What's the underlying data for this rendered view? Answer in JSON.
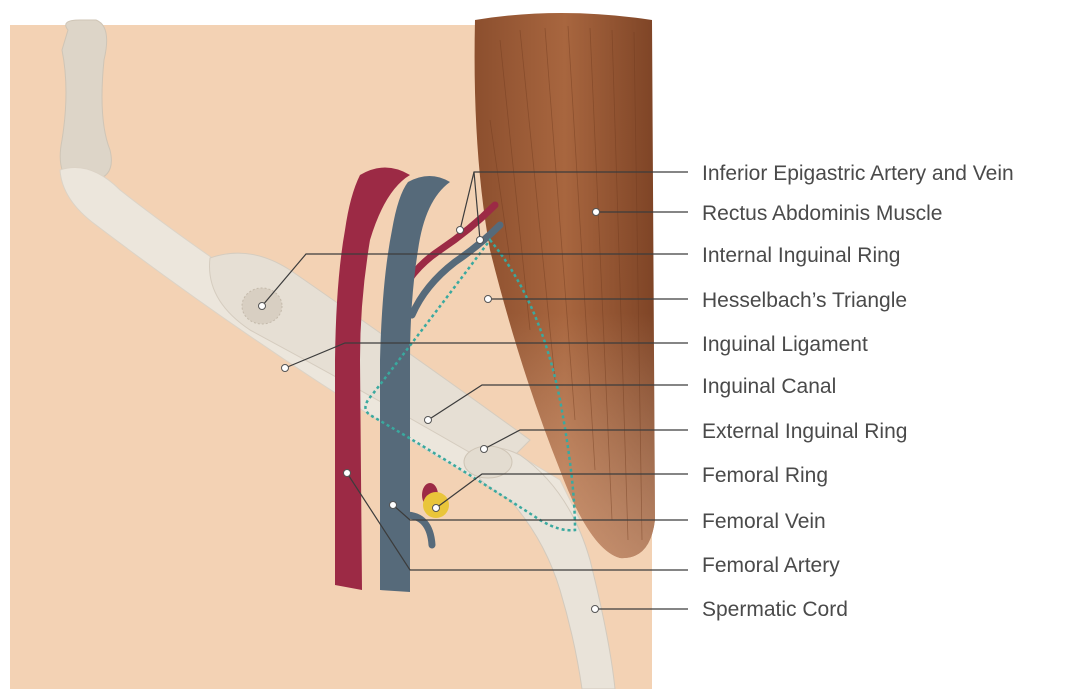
{
  "labels": {
    "inferior_epigastric": "Inferior Epigastric Artery and Vein",
    "rectus_abdominis": "Rectus Abdominis Muscle",
    "internal_inguinal_ring": "Internal Inguinal Ring",
    "hesselbachs_triangle": "Hesselbach’s Triangle",
    "inguinal_ligament": "Inguinal Ligament",
    "inguinal_canal": "Inguinal Canal",
    "external_inguinal_ring": "External Inguinal Ring",
    "femoral_ring": "Femoral Ring",
    "femoral_vein": "Femoral Vein",
    "femoral_artery": "Femoral Artery",
    "spermatic_cord": "Spermatic Cord"
  },
  "colors": {
    "skin": "#f3d2b4",
    "bone": "#ddd5c8",
    "ligament": "#ece6dc",
    "muscle": "#a0603a",
    "artery": "#9c2a45",
    "vein": "#566a7a",
    "triangle_outline": "#3aa99f",
    "femoral_ring": "#e9c53a"
  }
}
